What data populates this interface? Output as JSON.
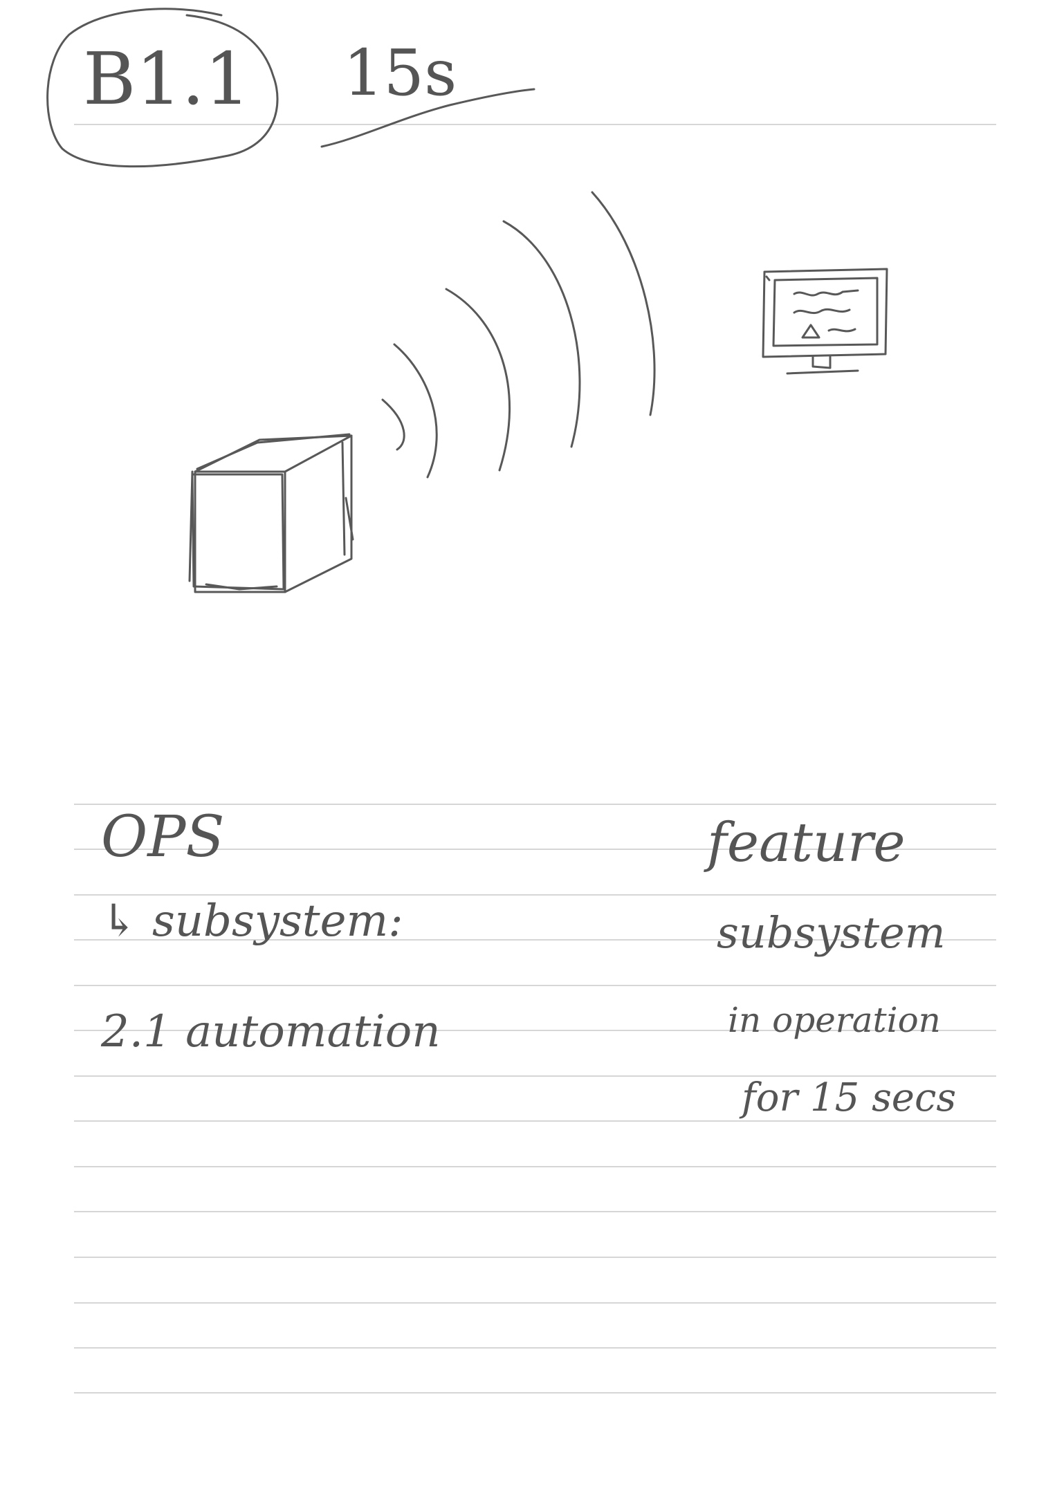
{
  "header": {
    "label": "B1.1",
    "duration": "15s"
  },
  "illustration": {
    "device_icon": "cube-device-icon",
    "signal_icon": "wireless-signal-arcs-icon",
    "monitor_icon": "monitor-icon"
  },
  "notes": {
    "left": {
      "title": "OPS",
      "subsystem": "↳ subsystem:",
      "item": "2.1 automation"
    },
    "right": {
      "line1": "feature",
      "line2": "subsystem",
      "line3": "in operation",
      "line4": "for 15 secs"
    }
  },
  "colors": {
    "ink": "#585858",
    "rule": "#d6d6d6",
    "paper": "#ffffff"
  }
}
